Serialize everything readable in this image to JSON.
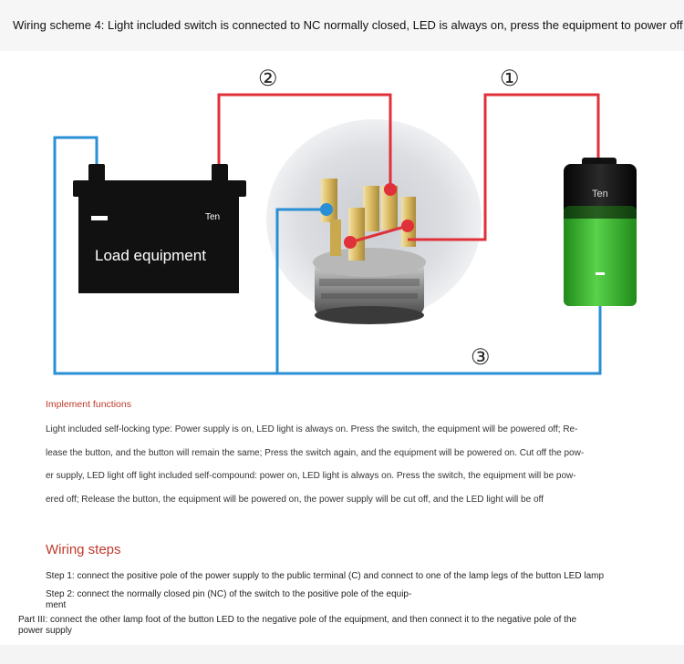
{
  "header": {
    "title": "Wiring scheme 4: Light included switch is connected to NC normally closed, LED is always on, press the equipment to power off"
  },
  "diagram": {
    "labels": {
      "wire_1": "①",
      "wire_2": "②",
      "wire_3": "③",
      "load": "Load equipment",
      "load_mark": "Ten",
      "battery_mark": "Ten"
    },
    "colors": {
      "positive_wire": "#e0303a",
      "negative_wire": "#2a8fd4",
      "battery_fill": "#3bbf2a",
      "load_body": "#111111"
    }
  },
  "implement": {
    "title": "Implement functions",
    "lines": [
      "Light included self-locking type: Power supply is on, LED light is always on. Press the switch, the equipment will be powered off; Re-",
      "lease the button, and the button will remain the same; Press the switch again, and the equipment will be powered on. Cut off the pow-",
      "er supply, LED light off light included self-compound: power on, LED light is always on. Press the switch, the equipment will be pow-",
      "ered off; Release the button, the equipment will be powered on, the power supply will be cut off, and the LED light will be off"
    ]
  },
  "wiring": {
    "title": "Wiring steps",
    "step1": "Step 1: connect the positive pole of the power supply to the public terminal (C) and connect to one of the lamp legs of the button LED lamp",
    "step2a": "Step 2: connect the normally closed pin (NC) of the switch to the positive pole of the equip-",
    "step2b": "ment",
    "step3a": "Part III: connect the other lamp foot of the button LED to the negative pole of the equipment, and then connect it to the negative pole of the",
    "step3b": "power supply"
  }
}
